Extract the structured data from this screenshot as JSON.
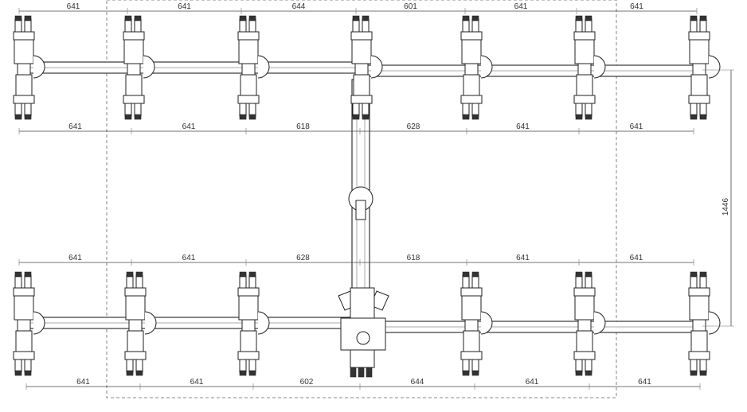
{
  "diagram": {
    "top_row_upper_dims": [
      "641",
      "641",
      "644",
      "601",
      "641",
      "641"
    ],
    "top_row_lower_dims": [
      "641",
      "641",
      "618",
      "628",
      "641",
      "641"
    ],
    "bottom_row_upper_dims": [
      "641",
      "641",
      "628",
      "618",
      "641",
      "641"
    ],
    "bottom_row_lower_dims": [
      "641",
      "641",
      "602",
      "644",
      "641",
      "641"
    ],
    "vertical_dim": "1446"
  }
}
